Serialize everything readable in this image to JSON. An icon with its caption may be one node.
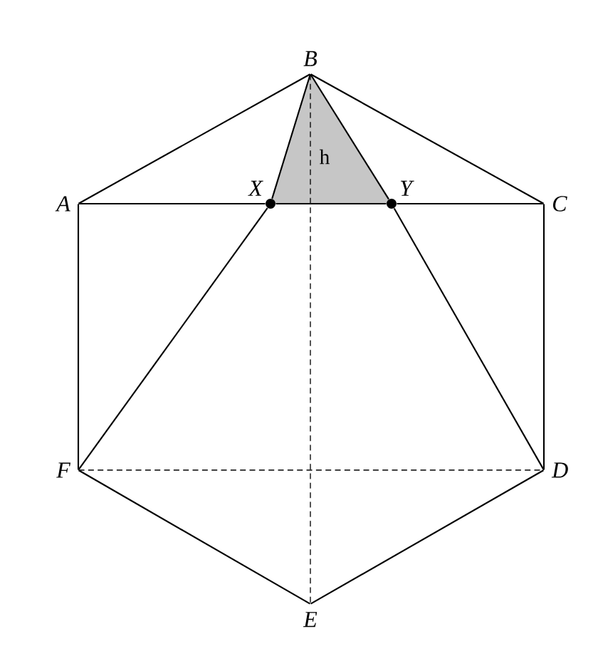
{
  "diagram": {
    "nodes": [
      {
        "text": [
          "B"
        ]
      },
      {
        "text": [
          "A"
        ]
      },
      {
        "text": [
          "X"
        ]
      },
      {
        "text": [
          "Y"
        ]
      },
      {
        "text": [
          "C"
        ]
      },
      {
        "text": [
          "F"
        ]
      },
      {
        "text": [
          "D"
        ]
      },
      {
        "text": [
          "E"
        ]
      }
    ],
    "edges": [
      {
        "from": 1,
        "to": 0,
        "arrow": "none"
      },
      {
        "from": 0,
        "to": 4,
        "arrow": "none"
      },
      {
        "from": 4,
        "to": 6,
        "arrow": "none"
      },
      {
        "from": 6,
        "to": 7,
        "arrow": "none"
      },
      {
        "from": 7,
        "to": 5,
        "arrow": "none"
      },
      {
        "from": 5,
        "to": 1,
        "arrow": "none"
      },
      {
        "from": 1,
        "to": 2,
        "arrow": "none"
      },
      {
        "from": 2,
        "to": 3,
        "arrow": "none"
      },
      {
        "from": 3,
        "to": 4,
        "arrow": "none"
      },
      {
        "from": 0,
        "to": 2,
        "arrow": "none"
      },
      {
        "from": 2,
        "to": 5,
        "arrow": "none"
      },
      {
        "from": 0,
        "to": 3,
        "arrow": "none"
      },
      {
        "from": 3,
        "to": 6,
        "arrow": "none"
      },
      {
        "from": 0,
        "to": 7,
        "arrow": "none",
        "style": "dashed"
      },
      {
        "from": 5,
        "to": 6,
        "arrow": "none",
        "style": "dashed"
      }
    ],
    "labels": [
      "h"
    ]
  }
}
